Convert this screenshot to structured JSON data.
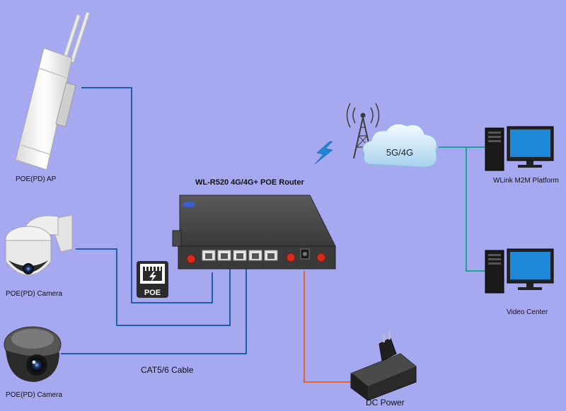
{
  "title": "WL-R520 4G/4G+ POE Router",
  "devices": {
    "ap": "POE(PD) AP",
    "camera_ptz": "POE(PD) Camera",
    "camera_dome": "POE(PD) Camera",
    "platform": "WLink M2M Platform",
    "video_center": "Video Center",
    "dc_power": "DC Power"
  },
  "network": {
    "cloud_label": "5G/4G"
  },
  "cable_label": "CAT5/6 Cable",
  "poe_badge": "POE",
  "colors": {
    "background": "#a7a9f0",
    "ethernet_line": "#1f5fa8",
    "power_line": "#e2622a",
    "platform_line": "#1aa396",
    "router_body": "#3e3e3e",
    "monitor_screen": "#1e88d8"
  }
}
